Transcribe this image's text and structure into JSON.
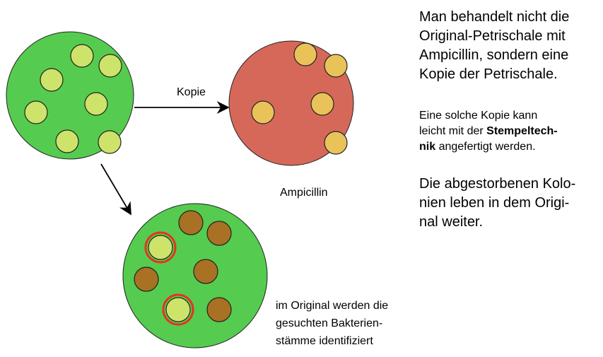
{
  "labels": {
    "copy": "Kopie",
    "ampicillin": "Ampicillin",
    "original_caption": [
      "im Original werden die",
      "gesuchten Bakterien-",
      "stämme identifiziert"
    ]
  },
  "text": {
    "para1": [
      "Man behandelt nicht die",
      "Original-Petrischale mit",
      "Ampicillin, sondern eine",
      "Kopie der Petrischale."
    ],
    "para2_a": "Eine solche Kopie kann",
    "para2_b": "leicht mit der ",
    "para2_bold1": "Stempeltech-",
    "para2_bold2": "nik",
    "para2_c": " angefertigt werden.",
    "para3": [
      "Die abgestorbenen Kolo-",
      "nien leben in dem Origi-",
      "nal weiter."
    ]
  },
  "colors": {
    "agar": "#55cc4f",
    "agar_red": "#d6685a",
    "colony_green": "#cde36a",
    "colony_yellow": "#e9c25a",
    "colony_brown": "#a87123",
    "highlight": "#e8321c"
  }
}
